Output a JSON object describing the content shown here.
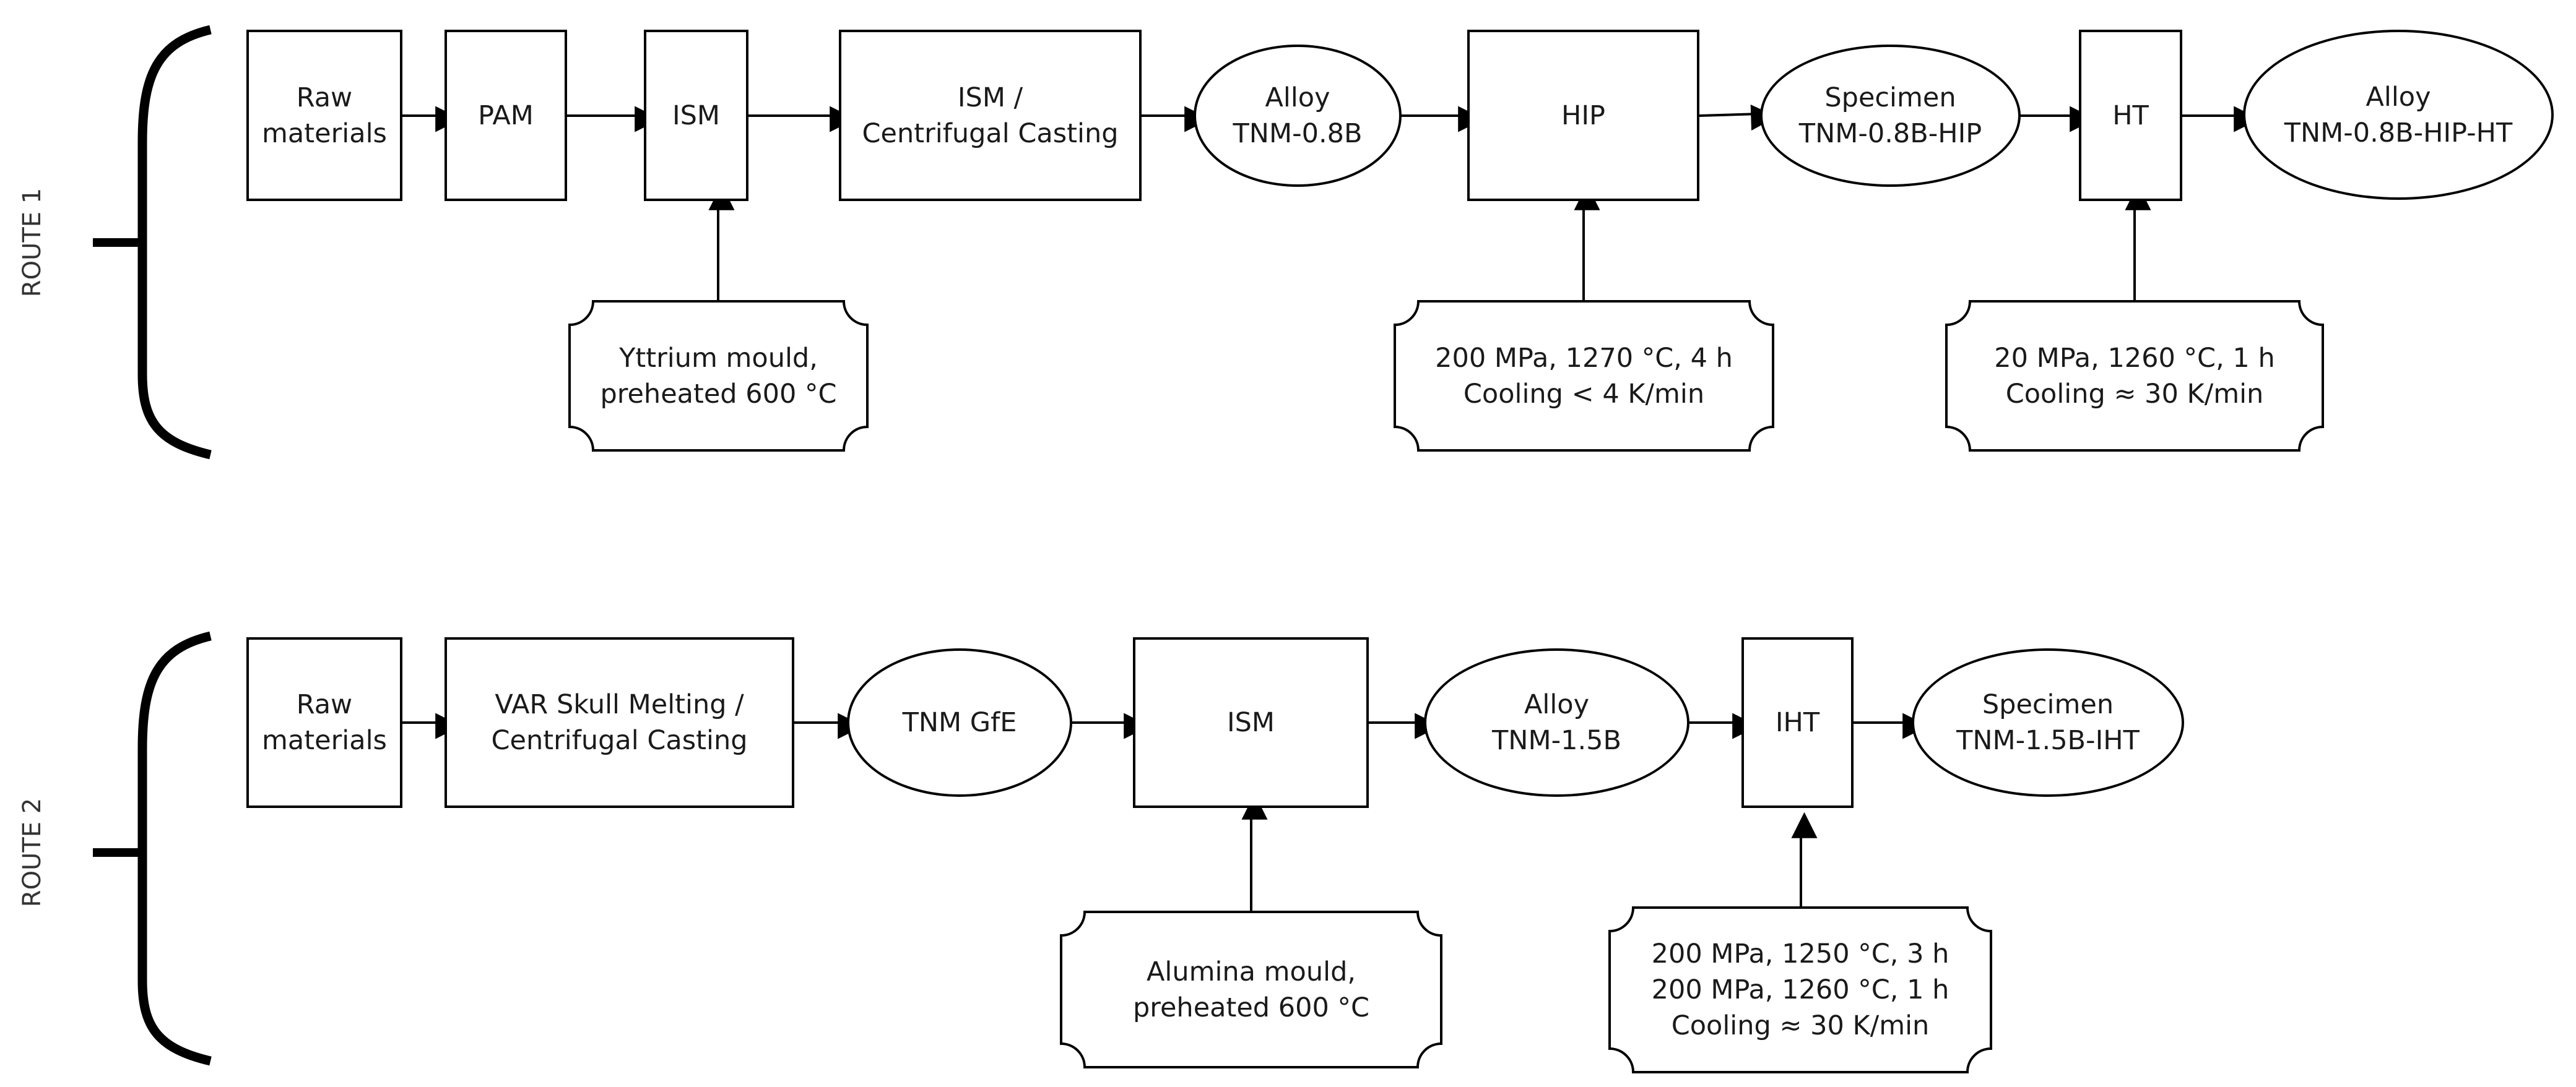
{
  "route1": {
    "label": "ROUTE 1",
    "raw": "Raw\nmaterials",
    "pam": "PAM",
    "ism": "ISM",
    "ism_cc": "ISM /\nCentrifugal Casting",
    "alloy": "Alloy\nTNM-0.8B",
    "hip": "HIP",
    "specimen": "Specimen\nTNM-0.8B-HIP",
    "ht": "HT",
    "alloy_final": "Alloy\nTNM-0.8B-HIP-HT",
    "cond_ism": "Yttrium mould,\npreheated 600 °C",
    "cond_hip": "200 MPa, 1270 °C, 4 h\nCooling < 4 K/min",
    "cond_ht": "20 MPa, 1260 °C, 1 h\nCooling ≈ 30 K/min"
  },
  "route2": {
    "label": "ROUTE 2",
    "raw": "Raw\nmaterials",
    "var": "VAR Skull Melting /\nCentrifugal Casting",
    "tnm_gfe": "TNM GfE",
    "ism": "ISM",
    "alloy": "Alloy\nTNM-1.5B",
    "iht": "IHT",
    "specimen": "Specimen\nTNM-1.5B-IHT",
    "cond_ism": "Alumina mould,\npreheated 600 °C",
    "cond_iht": "200 MPa, 1250 °C, 3 h\n200 MPa, 1260 °C, 1 h\nCooling ≈ 30 K/min"
  }
}
